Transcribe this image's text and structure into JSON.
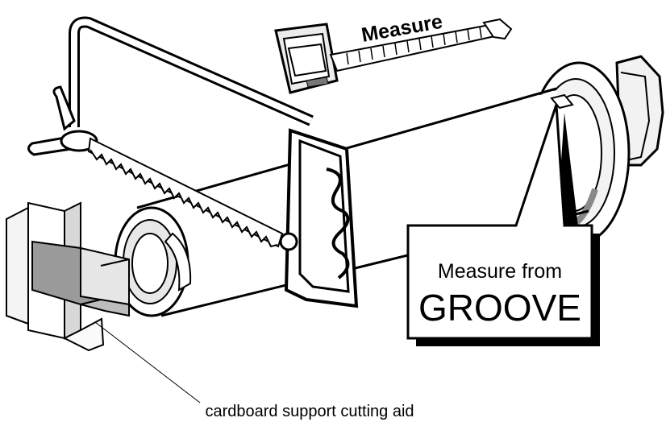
{
  "diagram": {
    "tape_label": "Measure",
    "callout": {
      "line1": "Measure from",
      "line2": "GROOVE"
    },
    "caption": "cardboard support cutting aid"
  },
  "parts": [
    {
      "name": "hacksaw-icon"
    },
    {
      "name": "tape-measure-icon"
    },
    {
      "name": "roller-tube-icon"
    },
    {
      "name": "end-cap-flange-icon"
    },
    {
      "name": "saw-guide-jig-icon"
    },
    {
      "name": "cardboard-support-icon"
    }
  ]
}
